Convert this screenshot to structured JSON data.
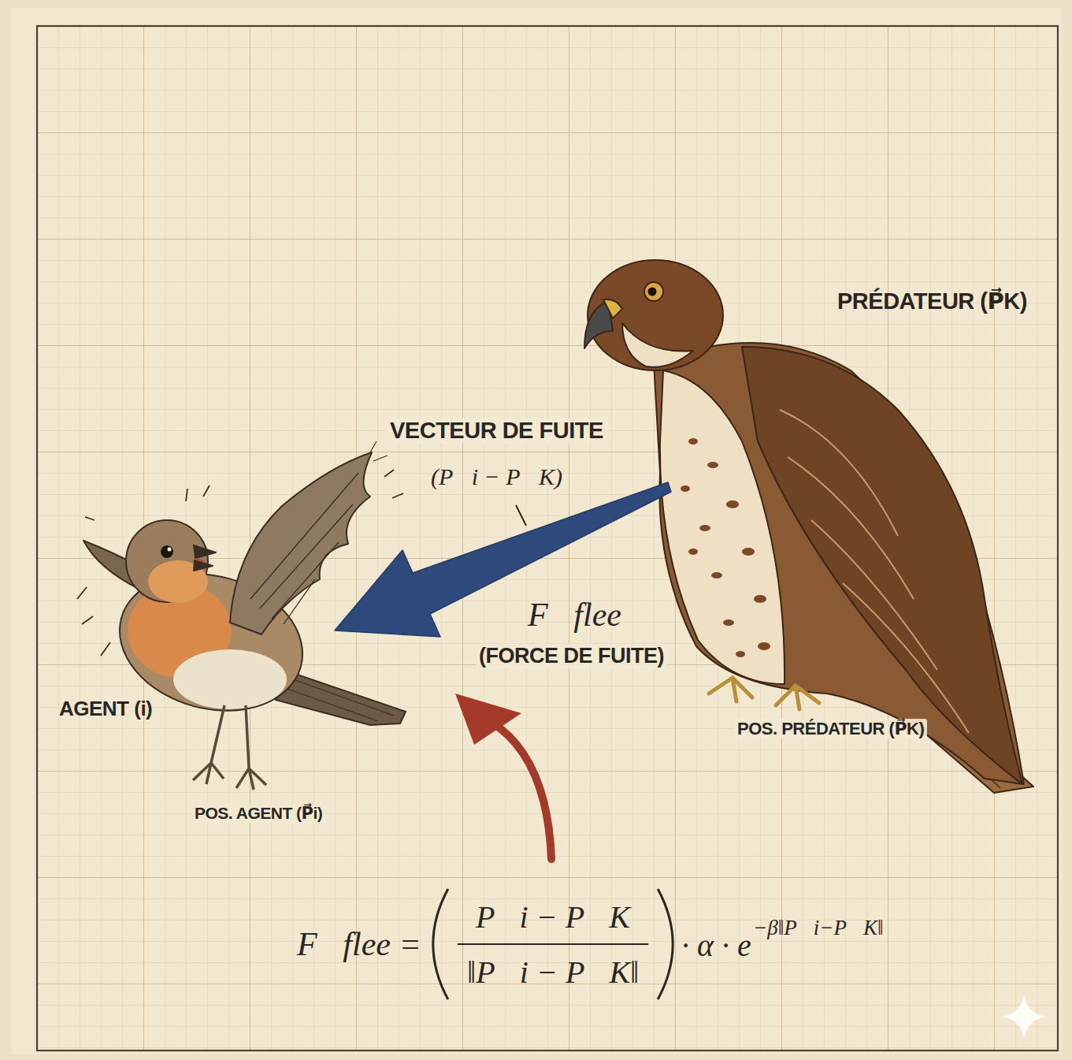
{
  "diagram": {
    "labels": [
      "PRÉDATEUR (P⃗K)",
      "VECTEUR DE FUITE",
      "(P⃗i − P⃗K)",
      "F⃗flee",
      "(FORCE DE FUITE)",
      "AGENT (i)",
      "POS. PRÉDATEUR (P⃗K)",
      "POS. AGENT (P⃗i)",
      "F⃗flee =",
      "P⃗i − P⃗K",
      "‖P⃗i − P⃗K‖",
      "· α · e",
      "−β‖P⃗i−P⃗K‖"
    ]
  }
}
